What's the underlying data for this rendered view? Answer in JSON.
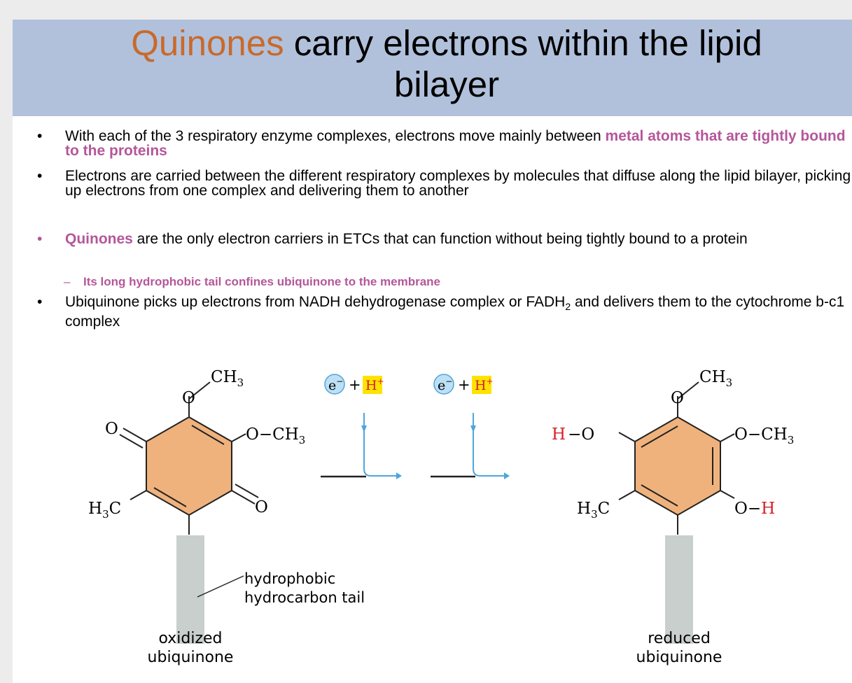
{
  "title": {
    "accent": "Quinones",
    "rest1": " carry electrons within the lipid",
    "rest2": "bilayer"
  },
  "bullets": {
    "b1_a": "With each of the 3 respiratory enzyme complexes, electrons move mainly between ",
    "b1_hl": "metal atoms that are tightly bound to the proteins",
    "b2": "Electrons are carried between the different respiratory complexes by molecules that diffuse along the lipid bilayer, picking up electrons from one complex and delivering them to another",
    "b3_hl": "Quinones",
    "b3_b": " are the only electron carriers in ETCs that can function without being tightly bound to a protein",
    "b3_sub": "Its long hydrophobic tail confines ubiquinone to the membrane",
    "b4_a": "Ubiquinone picks up electrons from NADH dehydrogenase complex or FADH",
    "b4_sub": "2",
    "b4_b": " and delivers them to the cytochrome b-c1 complex"
  },
  "bullet_symbol": "•",
  "sub_symbol": "–",
  "diagram": {
    "electron": "e",
    "electron_sign": "−",
    "plus": "+",
    "proton": "H",
    "proton_sign": "+",
    "ox_label_1": "oxidized",
    "ox_label_2": "ubiquinone",
    "red_label_1": "reduced",
    "red_label_2": "ubiquinone",
    "tail_label_1": "hydrophobic",
    "tail_label_2": "hydrocarbon tail",
    "atom_O": "O",
    "atom_H": "H",
    "group_CH": "CH",
    "group_OCH": "O−CH",
    "group_HO": "H−O",
    "group_OH": "O−H",
    "group_H3C_H": "H",
    "group_H3C_C": "C",
    "sub3": "3",
    "colors": {
      "ring": "#f0b27c",
      "arrow": "#4ea5dd",
      "electron_fill": "#bde0f5",
      "proton_fill": "#ffe300",
      "proton_text": "#d31f2a",
      "tail": "#c9cfcc",
      "hydrogen": "#d31f2a"
    }
  }
}
